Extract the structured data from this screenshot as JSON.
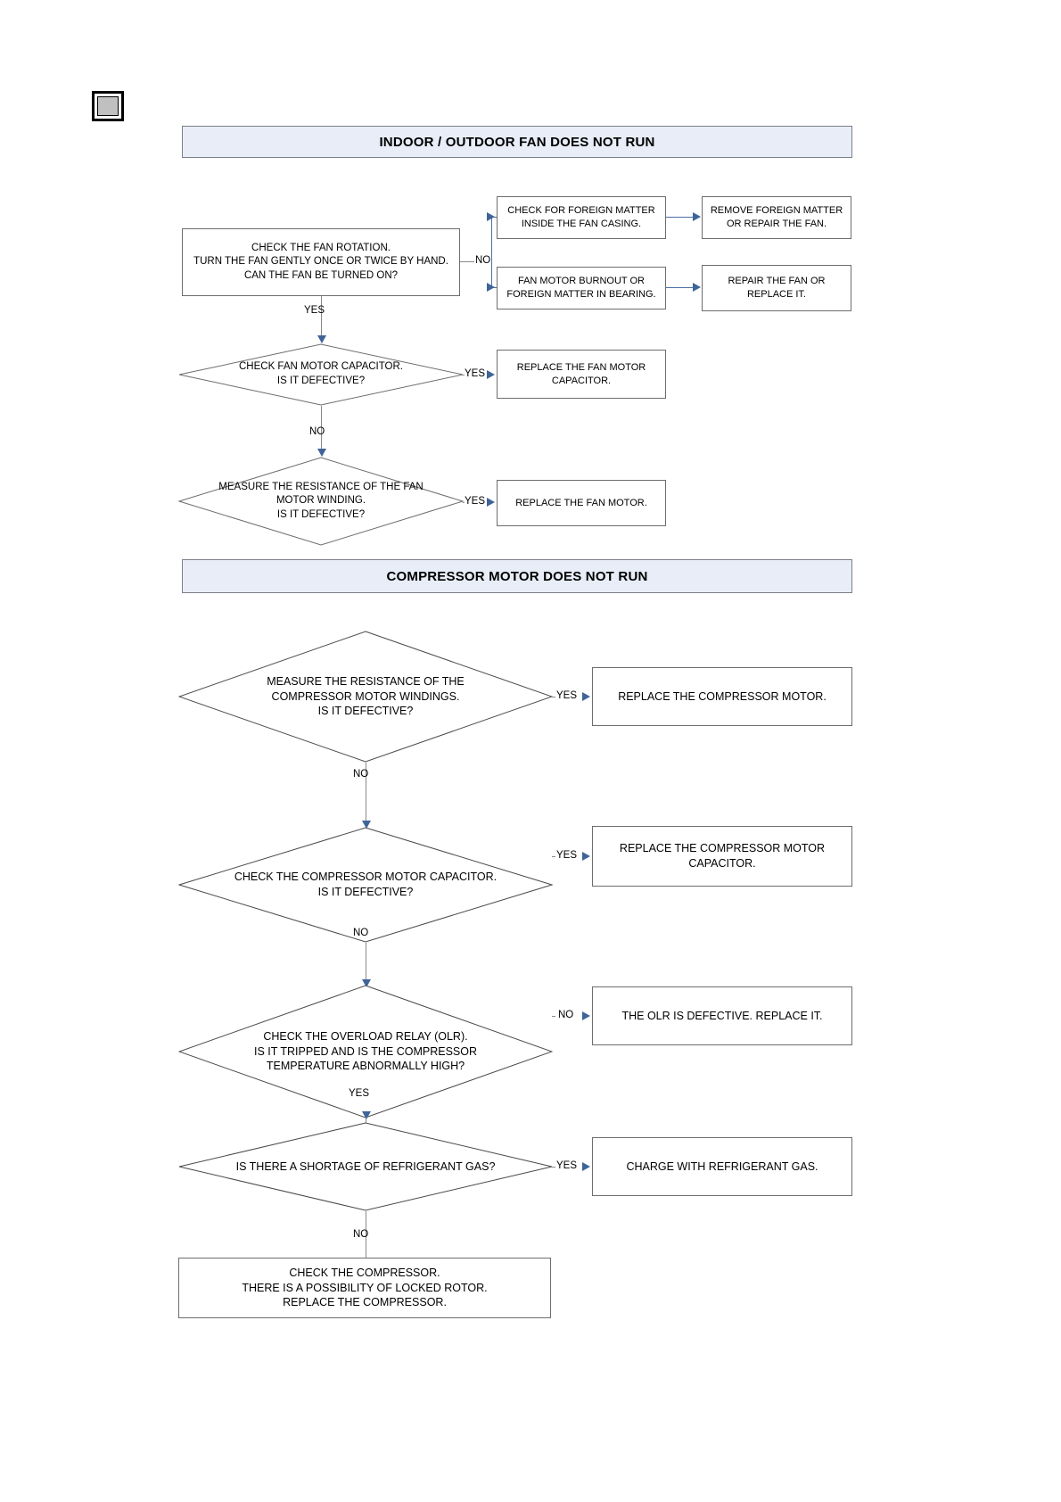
{
  "page": {
    "marker_icon": "square-marker-icon"
  },
  "sections": [
    {
      "id": "fan",
      "banner": "INDOOR / OUTDOOR FAN DOES NOT RUN"
    },
    {
      "id": "compressor",
      "banner": "COMPRESSOR MOTOR DOES NOT RUN"
    }
  ],
  "fan_flow": {
    "start_box": "CHECK THE FAN ROTATION.\nTURN THE FAN GENTLY ONCE OR TWICE BY HAND.\nCAN THE FAN BE TURNED ON?",
    "branch_no_label": "NO",
    "branch_yes_label": "YES",
    "no_box_1": "CHECK FOR FOREIGN MATTER\nINSIDE THE FAN CASING.",
    "no_box_1_result": "REMOVE FOREIGN MATTER\nOR REPAIR THE FAN.",
    "no_box_2": "FAN MOTOR BURNOUT OR\nFOREIGN MATTER IN BEARING.",
    "no_box_2_result": "REPAIR THE FAN OR\nREPLACE IT.",
    "decision_1": "CHECK FAN MOTOR CAPACITOR.\nIS IT DEFECTIVE?",
    "decision_1_yes": "YES",
    "decision_1_yes_box": "REPLACE THE FAN MOTOR\nCAPACITOR.",
    "decision_1_no": "NO",
    "decision_2": "MEASURE THE RESISTANCE OF THE FAN\nMOTOR WINDING.\nIS IT DEFECTIVE?",
    "decision_2_yes": "YES",
    "decision_2_yes_box": "REPLACE THE FAN MOTOR."
  },
  "compressor_flow": {
    "decision_1": "MEASURE THE RESISTANCE OF THE\nCOMPRESSOR MOTOR WINDINGS.\nIS IT DEFECTIVE?",
    "decision_1_yes": "YES",
    "decision_1_yes_box": "REPLACE THE COMPRESSOR MOTOR.",
    "decision_1_no": "NO",
    "decision_2": "CHECK THE COMPRESSOR MOTOR CAPACITOR.\nIS IT DEFECTIVE?",
    "decision_2_yes": "YES",
    "decision_2_yes_box": "REPLACE THE COMPRESSOR MOTOR\nCAPACITOR.",
    "decision_2_no": "NO",
    "decision_3": "CHECK THE OVERLOAD RELAY (OLR).\nIS IT TRIPPED AND IS THE COMPRESSOR\nTEMPERATURE ABNORMALLY HIGH?",
    "decision_3_no": "NO",
    "decision_3_no_box": "THE OLR IS DEFECTIVE. REPLACE IT.",
    "decision_3_yes": "YES",
    "decision_4": "IS THERE A SHORTAGE OF REFRIGERANT GAS?",
    "decision_4_yes": "YES",
    "decision_4_yes_box": "CHARGE WITH REFRIGERANT GAS.",
    "decision_4_no": "NO",
    "final_box": "CHECK THE COMPRESSOR.\nTHERE IS A POSSIBILITY OF LOCKED ROTOR.\nREPLACE THE COMPRESSOR."
  },
  "colors": {
    "banner_fill": "#e8edf7",
    "banner_border": "#7b7f88",
    "box_border": "#6d6d6d",
    "arrow": "#3f6498",
    "connector": "#4a6fa5"
  }
}
